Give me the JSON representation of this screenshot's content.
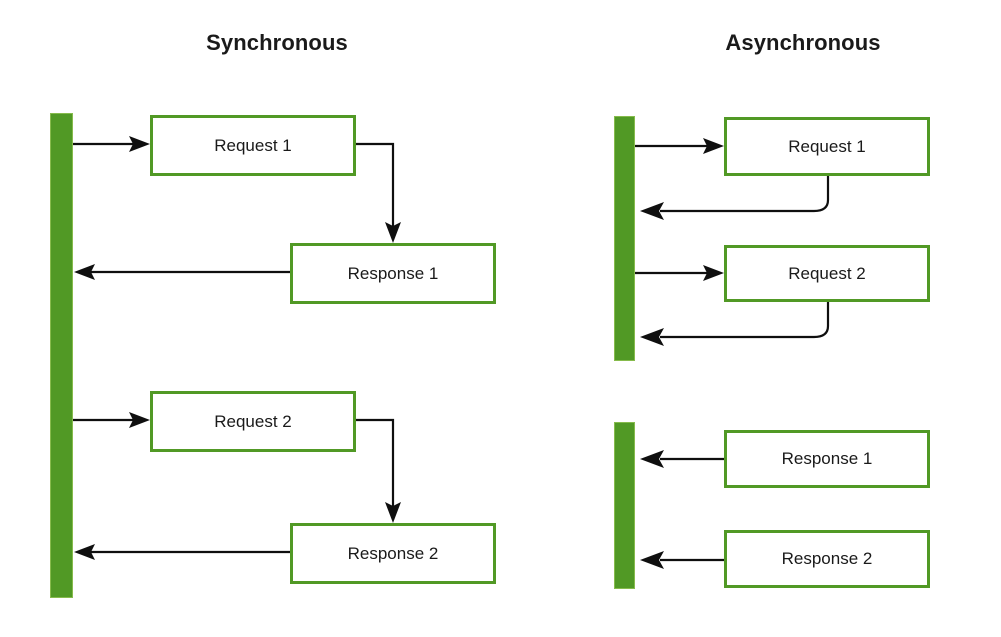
{
  "diagram": {
    "title_left": "Synchronous",
    "title_right": "Asynchronous",
    "colors": {
      "accent_green": "#519925",
      "box_fill": "#ffffff",
      "arrow_black": "#0f0f0f",
      "text": "#1a1a1a",
      "background": "#ffffff"
    }
  },
  "synchronous": {
    "title": "Synchronous",
    "lifeline_name": "client-lifeline",
    "boxes": [
      {
        "id": "sync-request-1",
        "label": "Request 1"
      },
      {
        "id": "sync-response-1",
        "label": "Response 1"
      },
      {
        "id": "sync-request-2",
        "label": "Request 2"
      },
      {
        "id": "sync-response-2",
        "label": "Response 2"
      }
    ],
    "arrows": [
      {
        "from": "lifeline",
        "to": "Request 1",
        "direction": "right"
      },
      {
        "from": "Request 1",
        "to": "Response 1",
        "direction": "down"
      },
      {
        "from": "Response 1",
        "to": "lifeline",
        "direction": "left"
      },
      {
        "from": "lifeline",
        "to": "Request 2",
        "direction": "right"
      },
      {
        "from": "Request 2",
        "to": "Response 2",
        "direction": "down"
      },
      {
        "from": "Response 2",
        "to": "lifeline",
        "direction": "left"
      }
    ]
  },
  "asynchronous": {
    "title": "Asynchronous",
    "lifeline_top_name": "client-lifeline-top",
    "lifeline_bottom_name": "client-lifeline-bottom",
    "boxes": [
      {
        "id": "async-request-1",
        "label": "Request 1"
      },
      {
        "id": "async-request-2",
        "label": "Request 2"
      },
      {
        "id": "async-response-1",
        "label": "Response 1"
      },
      {
        "id": "async-response-2",
        "label": "Response 2"
      }
    ],
    "arrows": [
      {
        "from": "lifeline",
        "to": "Request 1",
        "direction": "right"
      },
      {
        "from": "Request 1",
        "to": "lifeline",
        "direction": "left-curved"
      },
      {
        "from": "lifeline",
        "to": "Request 2",
        "direction": "right"
      },
      {
        "from": "Request 2",
        "to": "lifeline",
        "direction": "left-curved"
      },
      {
        "from": "Response 1",
        "to": "lifeline",
        "direction": "left"
      },
      {
        "from": "Response 2",
        "to": "lifeline",
        "direction": "left"
      }
    ]
  }
}
